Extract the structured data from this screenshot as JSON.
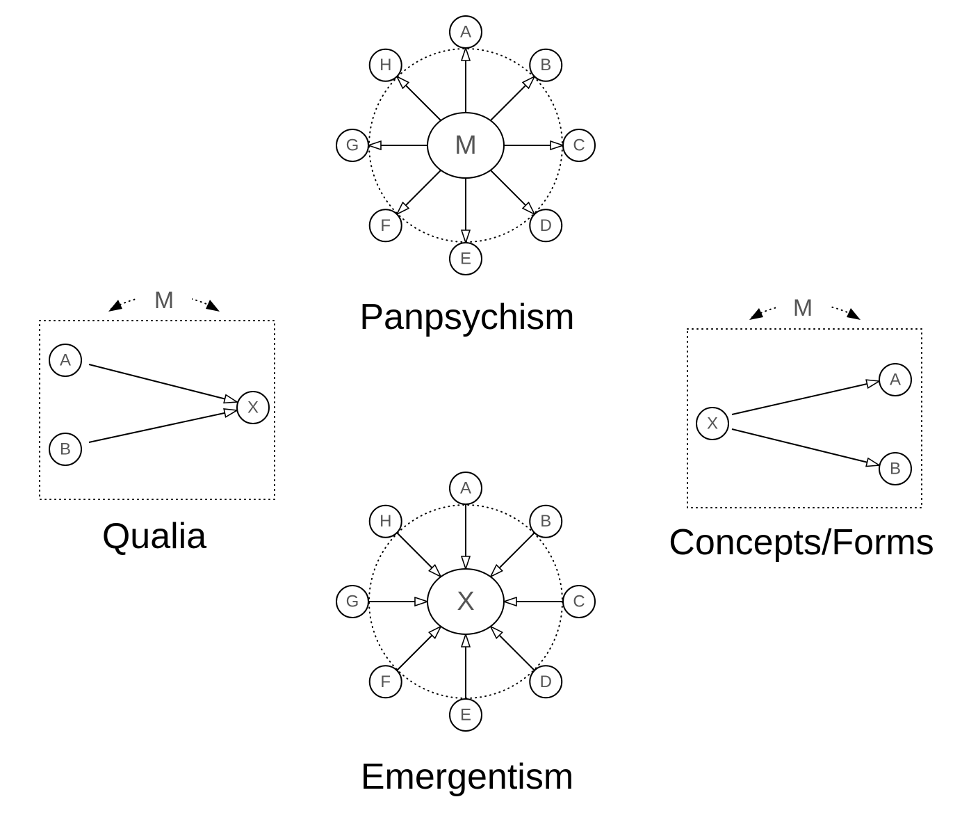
{
  "panels": {
    "panpsychism": {
      "caption": "Panpsychism",
      "center_label": "M",
      "nodes": [
        "A",
        "B",
        "C",
        "D",
        "E",
        "F",
        "G",
        "H"
      ],
      "direction": "outward"
    },
    "emergentism": {
      "caption": "Emergentism",
      "center_label": "X",
      "nodes": [
        "A",
        "B",
        "C",
        "D",
        "E",
        "F",
        "G",
        "H"
      ],
      "direction": "inward"
    },
    "qualia": {
      "caption": "Qualia",
      "bracket_label": "M",
      "sources": [
        "A",
        "B"
      ],
      "target": "X"
    },
    "concepts_forms": {
      "caption": "Concepts/Forms",
      "bracket_label": "M",
      "source": "X",
      "targets": [
        "A",
        "B"
      ]
    }
  }
}
